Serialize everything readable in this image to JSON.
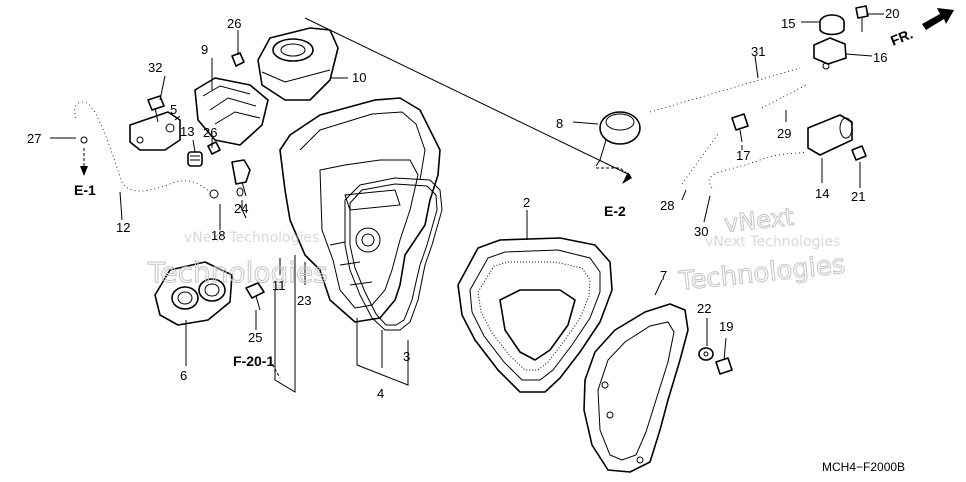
{
  "parts": [
    "2",
    "3",
    "4",
    "5",
    "6",
    "7",
    "8",
    "9",
    "10",
    "11",
    "12",
    "13",
    "14",
    "15",
    "16",
    "17",
    "18",
    "19",
    "20",
    "21",
    "22",
    "23",
    "24",
    "25",
    "26",
    "26",
    "27",
    "28",
    "29",
    "30",
    "31",
    "32"
  ],
  "section_refs": [
    "E-1",
    "E-2",
    "F-20-1"
  ],
  "direction_label": "FR.",
  "diagram_code": "MCH4−F2000B",
  "watermarks": [
    "vNext Technologies",
    "vNext Technologies",
    "Technologies",
    "Technologies",
    "vNext"
  ]
}
